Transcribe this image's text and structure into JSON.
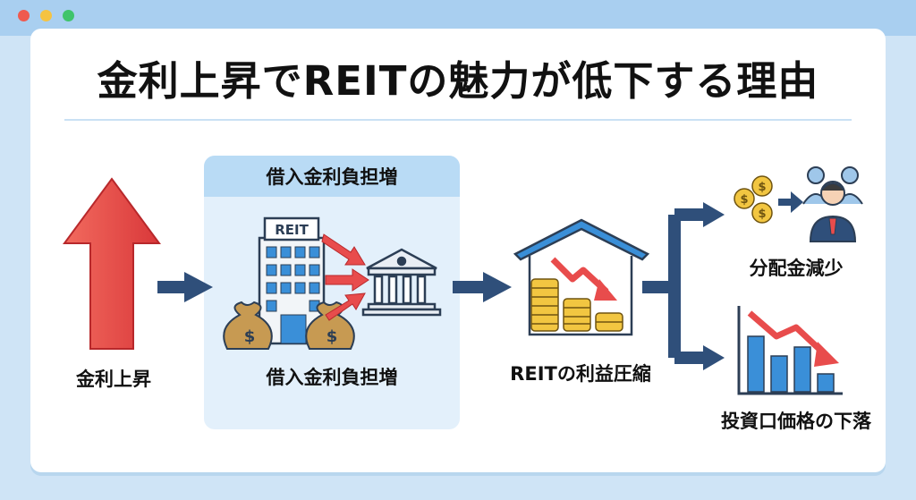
{
  "title": "金利上昇でREITの魅力が低下する理由",
  "panel": {
    "header": "借入金利負担増"
  },
  "steps": {
    "rate_rise": "金利上昇",
    "borrowing_burden": "借入金利負担増",
    "profit_squeeze": "REITの利益圧縮",
    "distribution_decrease": "分配金減少",
    "price_decline": "投資口価格の下落"
  },
  "building_sign": "REIT",
  "colors": {
    "window_bar": "#a9cff0",
    "arrow_red": "#e84c4c",
    "flow_arrow": "#2f4f7a",
    "panel_bg": "#e3f0fb",
    "panel_head": "#b9dbf5",
    "coin_gold": "#f2c641",
    "bar_blue": "#3a8fd8"
  },
  "icons": [
    "up-arrow-icon",
    "office-building-icon",
    "money-bag-icon",
    "bank-icon",
    "house-roof-icon",
    "coin-stack-icon",
    "down-trend-icon",
    "investor-icon",
    "bar-chart-icon"
  ]
}
